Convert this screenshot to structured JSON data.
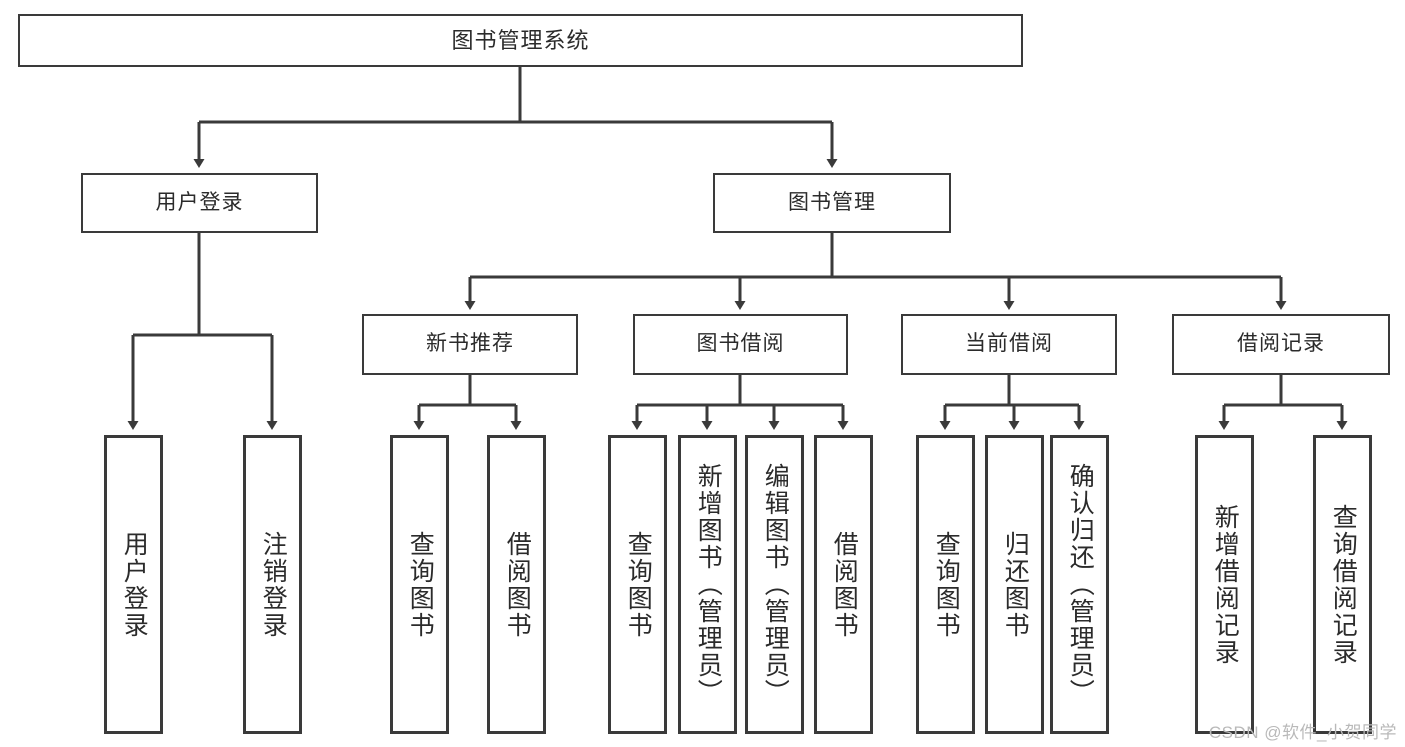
{
  "diagram": {
    "title": "图书管理系统",
    "type": "hierarchy-tree",
    "root": {
      "label": "图书管理系统"
    },
    "level2": [
      {
        "label": "用户登录"
      },
      {
        "label": "图书管理"
      }
    ],
    "level3": [
      {
        "label": "新书推荐"
      },
      {
        "label": "图书借阅"
      },
      {
        "label": "当前借阅"
      },
      {
        "label": "借阅记录"
      }
    ],
    "leaves": {
      "user_login": [
        {
          "label": "用户登录"
        },
        {
          "label": "注销登录"
        }
      ],
      "new_book_recommend": [
        {
          "label": "查询图书"
        },
        {
          "label": "借阅图书"
        }
      ],
      "book_borrow": [
        {
          "label": "查询图书"
        },
        {
          "label": "新增图书（管理员）"
        },
        {
          "label": "编辑图书（管理员）"
        },
        {
          "label": "借阅图书"
        }
      ],
      "current_borrow": [
        {
          "label": "查询图书"
        },
        {
          "label": "归还图书"
        },
        {
          "label": "确认归还（管理员）"
        }
      ],
      "borrow_record": [
        {
          "label": "新增借阅记录"
        },
        {
          "label": "查询借阅记录"
        }
      ]
    },
    "watermark": "CSDN @软件_小贺同学",
    "colors": {
      "stroke": "#3a3a3a",
      "text": "#2b2b2b",
      "background": "#ffffff",
      "watermark": "#b9b9b9"
    }
  }
}
